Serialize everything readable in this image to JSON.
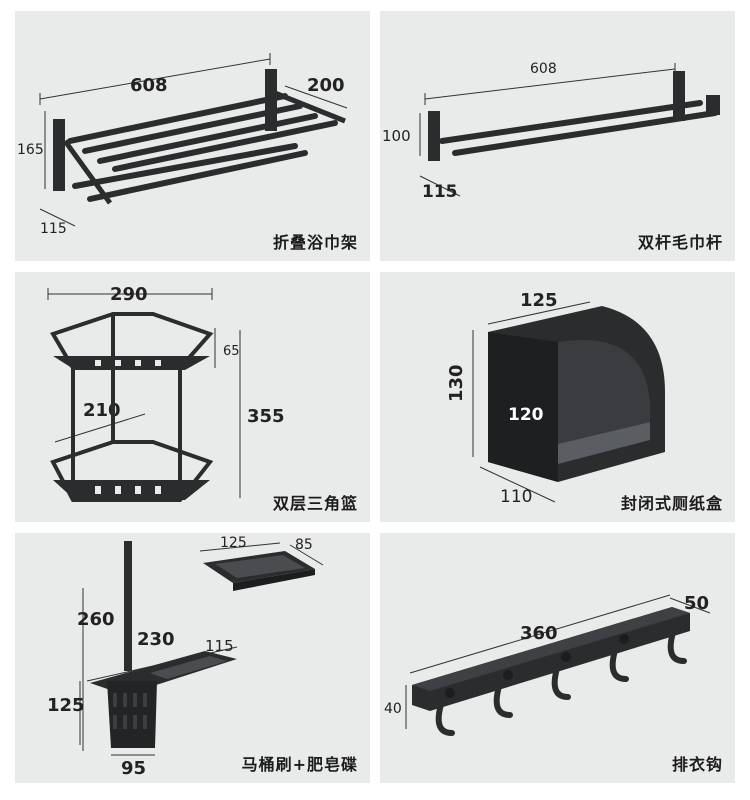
{
  "products": [
    {
      "name": "折叠浴巾架",
      "dims": {
        "length": "608",
        "depth": "200",
        "height": "165",
        "wall": "115"
      }
    },
    {
      "name": "双杆毛巾杆",
      "dims": {
        "length": "608",
        "height": "100",
        "depth": "115"
      }
    },
    {
      "name": "双层三角篮",
      "dims": {
        "width": "290",
        "inner": "210",
        "gap": "65",
        "height": "355"
      }
    },
    {
      "name": "封闭式厕纸盒",
      "dims": {
        "width": "125",
        "height": "130",
        "inner": "120",
        "depth": "110"
      }
    },
    {
      "name": "马桶刷+肥皂碟",
      "dims": {
        "soap_w": "125",
        "soap_d": "85",
        "brush_h": "260",
        "base_w": "230",
        "base_d": "115",
        "cup_h": "125",
        "cup_w": "95"
      }
    },
    {
      "name": "排衣钩",
      "dims": {
        "length": "360",
        "depth": "50",
        "height": "40"
      }
    }
  ],
  "colors": {
    "card_bg": "#e9eaea",
    "metal": "#2b2c2e",
    "metal_hi": "#55585c"
  }
}
